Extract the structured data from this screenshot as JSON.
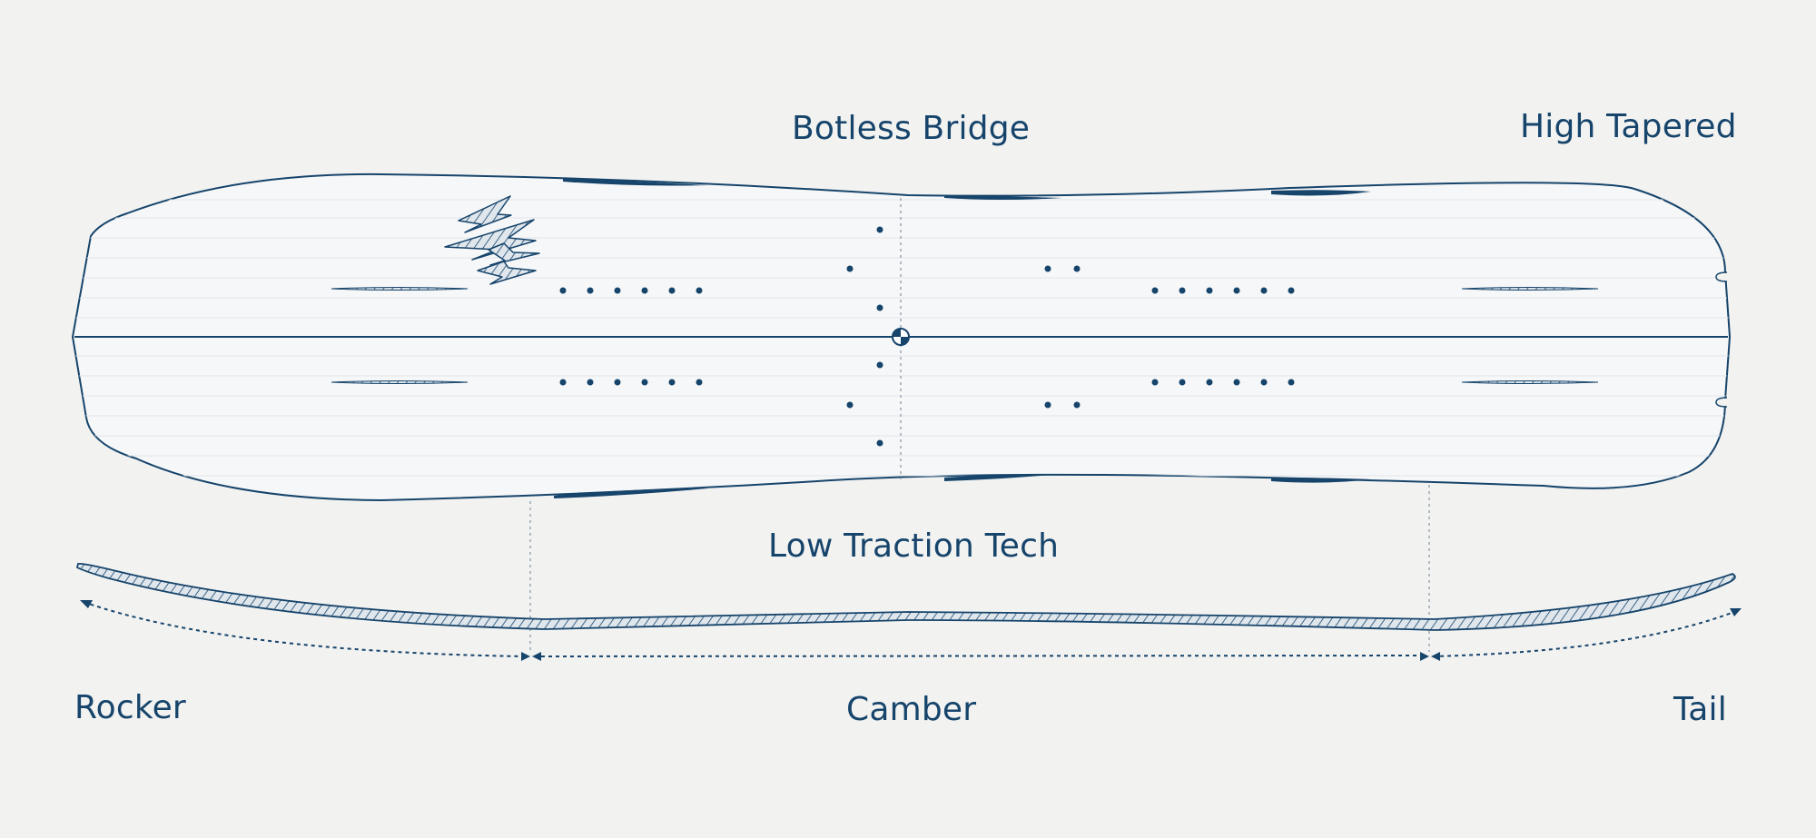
{
  "labels": {
    "bridge": "Botless Bridge",
    "tapered": "High Tapered",
    "traction": "Low Traction Tech",
    "rocker": "Rocker",
    "camber": "Camber",
    "tail": "Tail"
  },
  "colors": {
    "background": "#f2f2f1",
    "ink": "#16446b",
    "board_fill": "#f6f7f8",
    "guide_line": "#9aa7b3"
  },
  "icons": [
    "board-top-outline",
    "board-profile",
    "logo-graphic",
    "center-mark-icon",
    "arrow-icon"
  ]
}
